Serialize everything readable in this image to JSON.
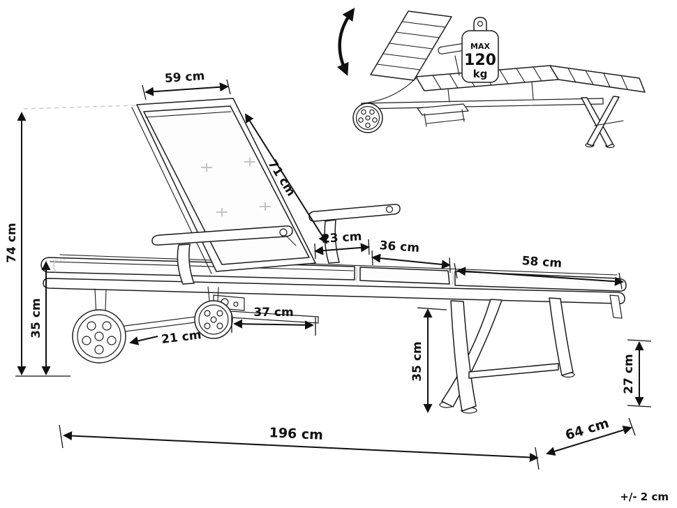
{
  "diagram": {
    "dims": {
      "backrest_width": "59 cm",
      "backrest_length": "71 cm",
      "armrest_section": "23 cm",
      "middle_section": "36 cm",
      "end_section": "58 cm",
      "overall_height": "74 cm",
      "seat_height_front": "35 cm",
      "wheel_size": "21 cm",
      "underframe_width": "37 cm",
      "seat_height_rear": "35 cm",
      "end_height": "27 cm",
      "overall_length": "196 cm",
      "overall_width": "64 cm"
    },
    "tolerance": "+/- 2 cm",
    "weight_tag": {
      "line1": "MAX",
      "line2": "120",
      "line3": "kg"
    }
  }
}
